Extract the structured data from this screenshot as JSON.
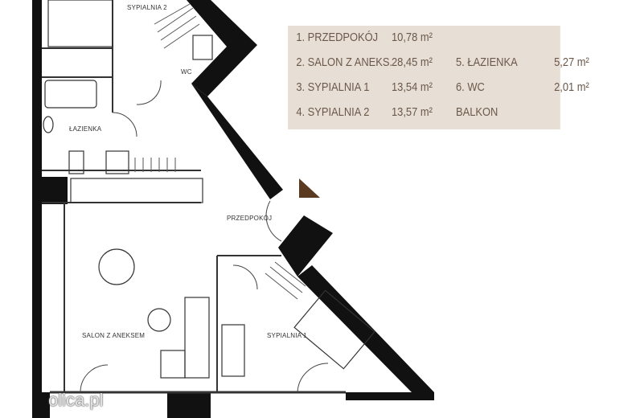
{
  "rooms": {
    "sypialnia2": "SYPIALNIA 2",
    "wc": "WC",
    "lazienka": "ŁAZIENKA",
    "przedpokoj": "PRZEDPOKÓJ",
    "salon": "SALON Z ANEKSEM",
    "sypialnia1": "SYPIALNIA 1"
  },
  "legend": {
    "items": [
      {
        "name": "1. PRZEDPOKÓJ",
        "area": "10,78 m²"
      },
      {
        "name": "2. SALON Z ANEKS.",
        "area": "28,45 m²"
      },
      {
        "name": "3. SYPIALNIA 1",
        "area": "13,54 m²"
      },
      {
        "name": "4. SYPIALNIA 2",
        "area": "13,57 m²"
      },
      {
        "name": "5. ŁAZIENKA",
        "area": "5,27 m²"
      },
      {
        "name": "6. WC",
        "area": "2,01 m²"
      },
      {
        "name": "BALKON",
        "area": ""
      }
    ]
  },
  "watermark": "olica.pl",
  "colors": {
    "wall": "#111111",
    "legend_bg": "#e7dfd6",
    "legend_text": "#6b5849",
    "north_arrow": "#5a3b22"
  }
}
